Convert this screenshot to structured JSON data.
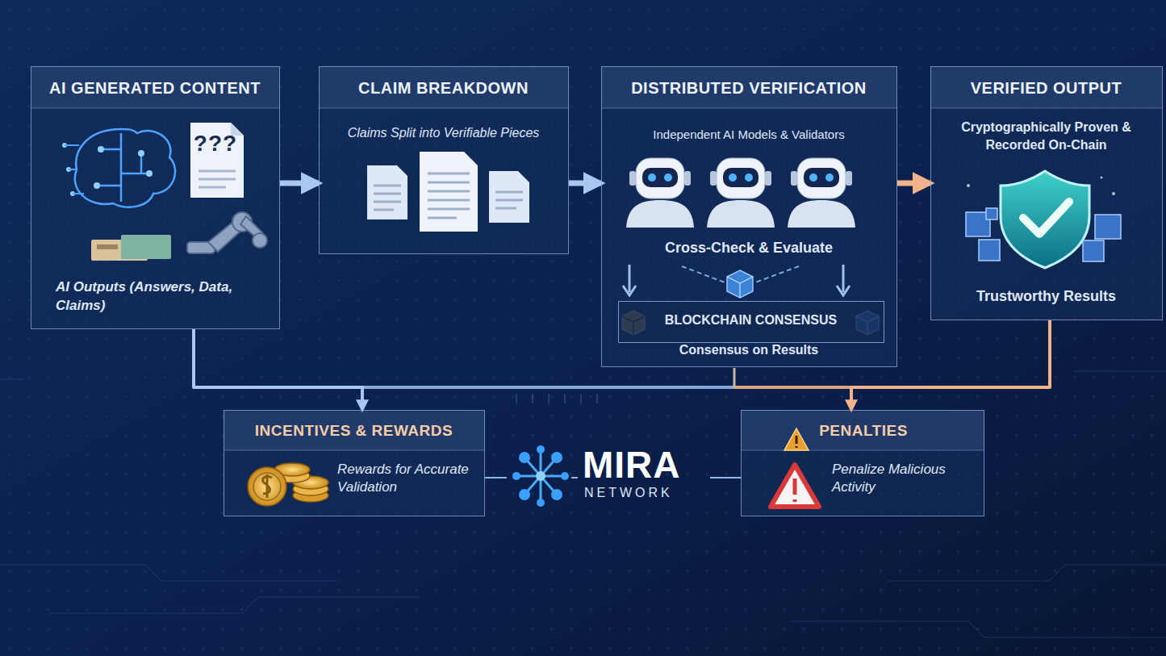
{
  "diagram": {
    "nodes": [
      {
        "text": [
          "AI GENERATED CONTENT",
          "AI Outputs (Answers, Data, Claims)"
        ]
      },
      {
        "text": [
          "CLAIM BREAKDOWN",
          "Claims Split into Verifiable Pieces"
        ]
      },
      {
        "text": [
          "DISTRIBUTED VERIFICATION",
          "Independent AI Models & Validators",
          "Cross-Check & Evaluate",
          "Consensus on Results"
        ]
      },
      {
        "text": [
          "BLOCKCHAIN CONSENSUS"
        ],
        "in": 2
      },
      {
        "text": [
          "VERIFIED OUTPUT",
          "Cryptographically Proven & Recorded On-Chain",
          "Trustworthy Results"
        ]
      },
      {
        "text": [
          "INCENTIVES & REWARDS",
          "Rewards for Accurate Validation"
        ]
      },
      {
        "text": [
          "PENALTIES",
          "Penalize Malicious Activity"
        ]
      }
    ],
    "edges": [
      {
        "from": 0,
        "to": 1,
        "arrow": "to"
      },
      {
        "from": 1,
        "to": 2,
        "arrow": "to"
      },
      {
        "from": 2,
        "to": 4,
        "arrow": "to"
      },
      {
        "from": 0,
        "to": 5,
        "arrow": "to"
      },
      {
        "from": 4,
        "to": 6,
        "arrow": "to"
      }
    ],
    "labels": [
      "???",
      "MIRA",
      "NETWORK"
    ]
  }
}
